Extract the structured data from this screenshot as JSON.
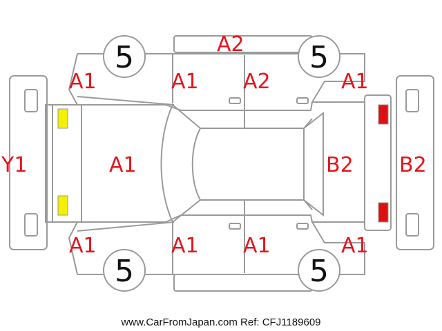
{
  "labels": {
    "front_bumper": "Y1",
    "hood": "A1",
    "roof_top": "A2",
    "front_left_fender": "A1",
    "front_left_door": "A1",
    "rear_left_door": "A2",
    "rear_left_fender": "A1",
    "front_right_fender": "A1",
    "front_right_door": "A1",
    "rear_right_door": "A1",
    "rear_right_fender": "A1",
    "tailgate": "B2",
    "rear_bumper": "B2"
  },
  "wheels": {
    "front_left": "5",
    "rear_left": "5",
    "front_right": "5",
    "rear_right": "5"
  },
  "markers": {
    "front_lights_color": "#f5ef00",
    "rear_lights_color": "#e01010"
  },
  "footer": "www.CarFromJapan.com Ref: CFJ1189609"
}
